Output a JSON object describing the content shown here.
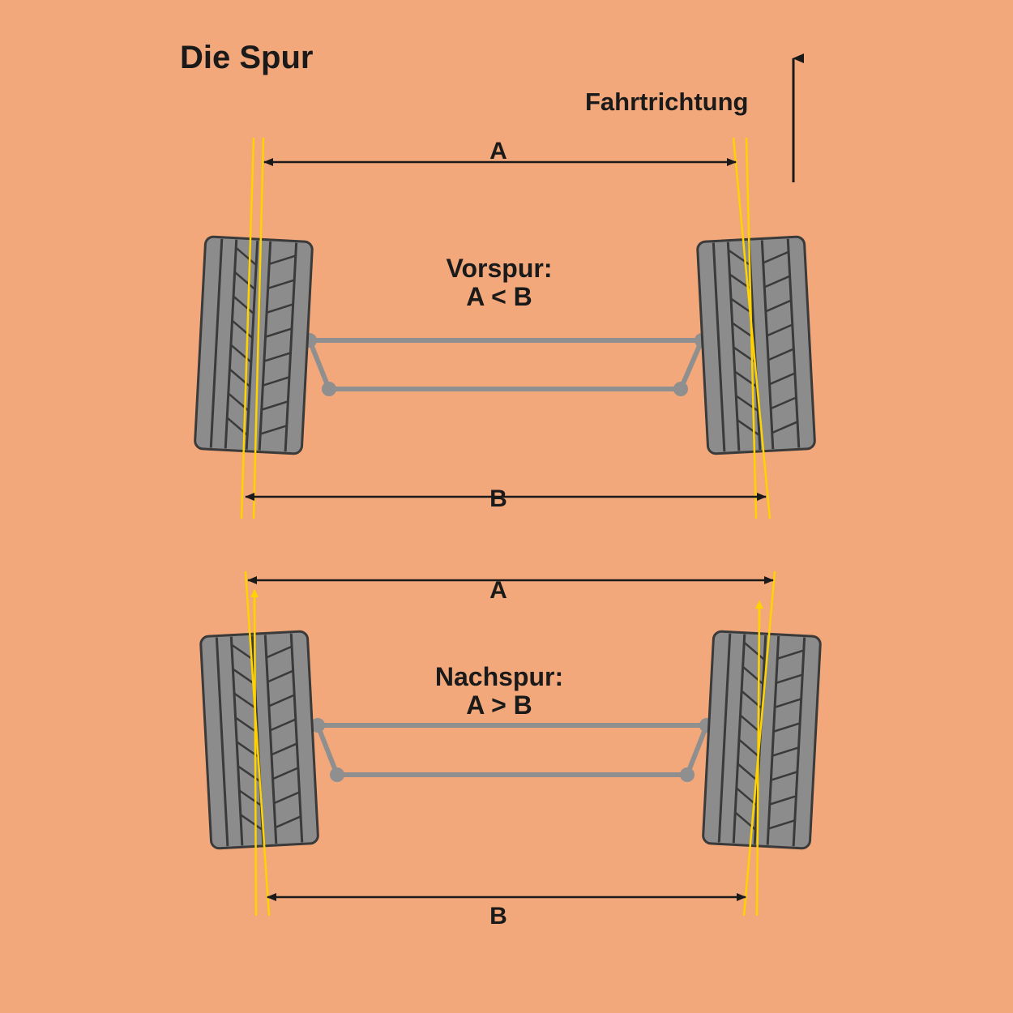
{
  "title": "Die Spur",
  "direction_label": "Fahrtrichtung",
  "colors": {
    "background": "#f2a87a",
    "tire": "#8c8c8c",
    "tire_outline": "#3a3a3a",
    "axle": "#8f8f8f",
    "guide_lines": "#ffd200",
    "text": "#1a1a1a"
  },
  "toe_in": {
    "heading": "Vorspur:",
    "relation": "A < B",
    "label_a": "A",
    "label_b": "B"
  },
  "toe_out": {
    "heading": "Nachspur:",
    "relation": "A > B",
    "label_a": "A",
    "label_b": "B"
  },
  "icons": [
    "direction-arrow-icon",
    "tire-icon"
  ]
}
